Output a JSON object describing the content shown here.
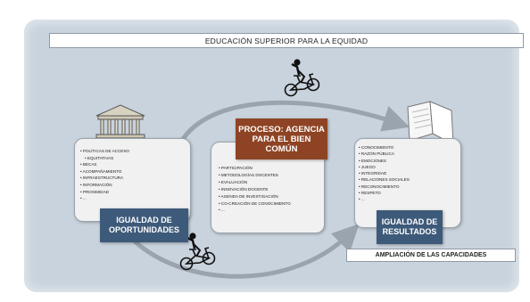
{
  "title": "EDUCACIÓN SUPERIOR PARA LA EQUIDAD",
  "left": {
    "items": [
      "POLÍTICAS DE ACCESO",
      "EQUITATIVAS",
      "BECAS",
      "ACOMPAÑAMIENTO",
      "INFRAESTRUCTURA",
      "INFORMACIÓN",
      "PROXIMIDAD",
      "..."
    ],
    "badge_line1": "IGUALDAD DE",
    "badge_line2": "OPORTUNIDADES"
  },
  "middle": {
    "badge_line1": "PROCESO: AGENCIA",
    "badge_line2": "PARA EL BIEN",
    "badge_line3": "COMÚN",
    "items": [
      "PARTICIPACIÓN",
      "METODOLOGÍAS DOCENTES",
      "EVALUACIÓN",
      "INNOVACIÓN DOCENTE",
      "AGENDA DE INVESTIGACIÓN",
      "CO-CREACIÓN DE CONOCIMIENTO",
      "..."
    ]
  },
  "right": {
    "items": [
      "CONOCIMIENTO",
      "RAZÓN PÚBLICA",
      "EMOCIONES",
      "JUEGO",
      "INTEGRIDAD",
      "RELACIONES SOCIALES",
      "RECONOCIMIENTO",
      "RESPETO",
      "..."
    ],
    "badge_line1": "IGUALDAD DE",
    "badge_line2": "RESULTADOS"
  },
  "footer": "AMPLIACIÓN DE LAS CAPACIDADES",
  "colors": {
    "background": "#c9d3dd",
    "blue_badge": "#3e5a7a",
    "brown_badge": "#8e4424",
    "card": "#f1f1f1"
  },
  "icons": [
    "university-building-icon",
    "bicycle-icon",
    "open-book-icon"
  ]
}
